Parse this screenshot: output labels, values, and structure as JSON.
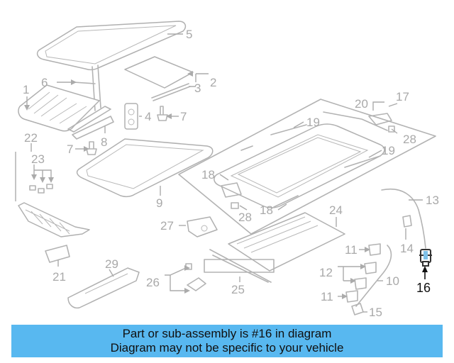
{
  "diagram": {
    "highlight_color": "#111111",
    "part_color": "#b3b3b3",
    "highlighted_part": "16",
    "labels": {
      "l1": "1",
      "l2": "2",
      "l3": "3",
      "l4": "4",
      "l5": "5",
      "l6": "6",
      "l7a": "7",
      "l7b": "7",
      "l8": "8",
      "l9": "9",
      "l10": "10",
      "l11a": "11",
      "l11b": "11",
      "l12": "12",
      "l13": "13",
      "l14": "14",
      "l15": "15",
      "l16": "16",
      "l17": "17",
      "l18a": "18",
      "l18b": "18",
      "l19a": "19",
      "l19b": "19",
      "l20": "20",
      "l21": "21",
      "l22": "22",
      "l23": "23",
      "l24": "24",
      "l25": "25",
      "l26": "26",
      "l27": "27",
      "l28a": "28",
      "l28b": "28",
      "l29": "29"
    }
  },
  "banner": {
    "line1": "Part or sub-assembly is #16 in diagram",
    "line2": "Diagram may not be specific to your vehicle",
    "background": "#58b8f0"
  }
}
